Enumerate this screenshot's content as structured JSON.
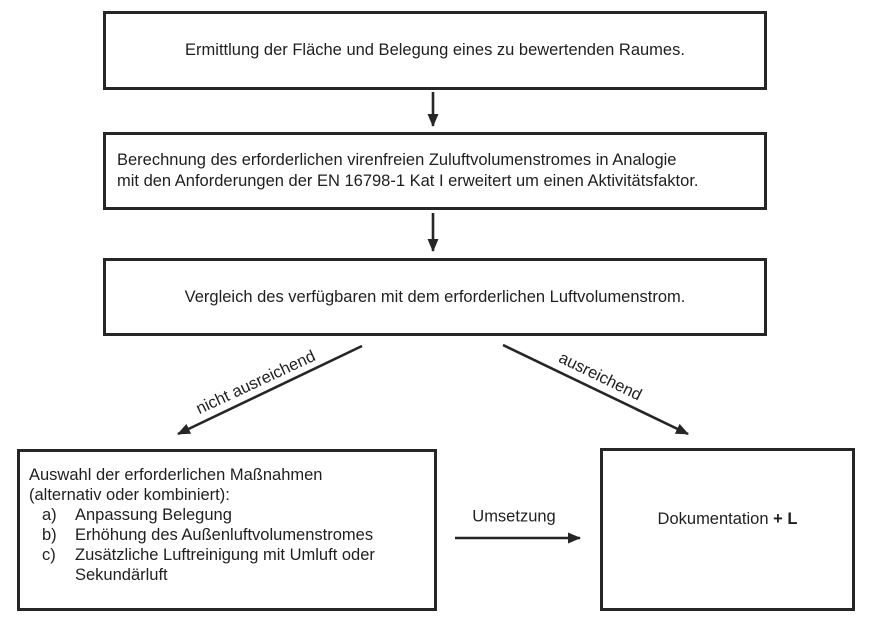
{
  "colors": {
    "background": "#ffffff",
    "line": "#262626",
    "text": "#1f1f1f"
  },
  "boxes": {
    "step1": {
      "text": "Ermittlung der Fläche und Belegung eines zu bewertenden Raumes."
    },
    "step2": {
      "line1": "Berechnung des erforderlichen virenfreien Zuluftvolumenstromes in Analogie",
      "line2": "mit den Anforderungen der EN 16798-1 Kat I erweitert um einen Aktivitätsfaktor."
    },
    "step3": {
      "text": "Vergleich des verfügbaren mit dem erforderlichen Luftvolumenstrom."
    },
    "measures": {
      "title": "Auswahl der erforderlichen Maßnahmen",
      "subtitle": "(alternativ oder kombiniert):",
      "items": [
        {
          "marker": "a)",
          "text": "Anpassung Belegung"
        },
        {
          "marker": "b)",
          "text": "Erhöhung des Außenluftvolumenstromes"
        },
        {
          "marker": "c)",
          "text": "Zusätzliche Luftreinigung mit Umluft oder Sekundärluft"
        }
      ]
    },
    "documentation": {
      "text": "Dokumentation ",
      "text_bold": "+ L"
    }
  },
  "labels": {
    "not_sufficient": "nicht ausreichend",
    "sufficient": "ausreichend",
    "implementation": "Umsetzung"
  }
}
